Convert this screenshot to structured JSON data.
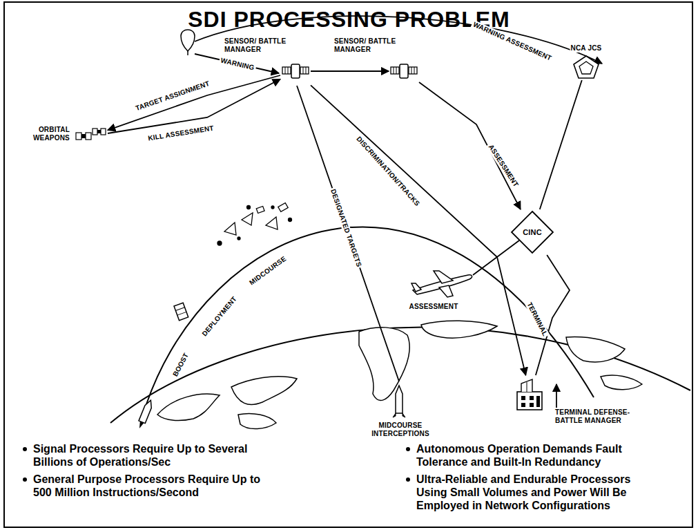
{
  "diagram": {
    "title": "SDI PROCESSING PROBLEM",
    "nodes": [
      {
        "text": [
          "SENSOR/ BATTLE MANAGER"
        ]
      },
      {
        "text": [
          "SENSOR/ BATTLE MANAGER"
        ]
      },
      {
        "text": [
          "NCA JCS"
        ]
      },
      {
        "text": [
          "CINC"
        ]
      },
      {
        "text": [
          "ORBITAL WEAPONS"
        ]
      },
      {
        "text": [
          "TERMINAL DEFENSE- BATTLE MANAGER"
        ]
      }
    ],
    "edges": [
      {
        "from": 0,
        "to": 1,
        "arrow": "to"
      },
      {
        "from": 1,
        "to": 3,
        "label": "ASSESSMENT",
        "arrow": "to"
      },
      {
        "from": 2,
        "to": 3,
        "arrow": "none"
      },
      {
        "from": 0,
        "to": 4,
        "label": "TARGET ASSIGNMENT",
        "arrow": "to"
      },
      {
        "from": 4,
        "to": 0,
        "label": "KILL ASSESSMENT",
        "arrow": "to"
      },
      {
        "from": 0,
        "to": 5,
        "label": "DISCRIMINATION/TRACKS",
        "arrow": "to"
      },
      {
        "from": 3,
        "to": 5,
        "arrow": "none"
      }
    ],
    "labels": [
      "WARNING",
      "WARNING ASSESSMENT",
      "DESIGNATED TARGETS",
      "ASSESSMENT",
      "TERMINAL",
      "BOOST",
      "DEPLOYMENT",
      "MIDCOURSE",
      "MIDCOURSE INTERCEPTIONS",
      "Signal Processors Require Up to Several Billions of Operations/Sec",
      "General Purpose Processors Require Up to 500 Million Instructions/Second",
      "Autonomous Operation Demands Fault Tolerance and Built-In Redundancy",
      "Ultra-Reliable and Endurable Processors Using Small Volumes and Power Will Be Employed in Network Configurations"
    ]
  }
}
